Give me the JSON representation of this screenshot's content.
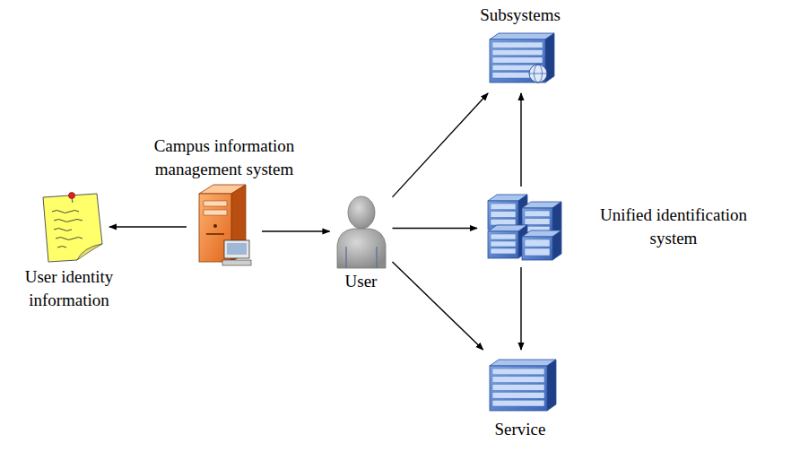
{
  "diagram": {
    "nodes": [
      {
        "text": [
          "User identity information"
        ]
      },
      {
        "text": [
          "Campus information management system"
        ]
      },
      {
        "text": [
          "User"
        ]
      },
      {
        "text": [
          "Subsystems"
        ]
      },
      {
        "text": [
          "Unified identification system"
        ]
      },
      {
        "text": [
          "Service"
        ]
      }
    ],
    "edges": [
      {
        "from": 1,
        "to": 0,
        "arrow": "to"
      },
      {
        "from": 1,
        "to": 2,
        "arrow": "to"
      },
      {
        "from": 2,
        "to": 3,
        "arrow": "to"
      },
      {
        "from": 2,
        "to": 4,
        "arrow": "to"
      },
      {
        "from": 2,
        "to": 5,
        "arrow": "to"
      },
      {
        "from": 4,
        "to": 3,
        "arrow": "to"
      },
      {
        "from": 4,
        "to": 5,
        "arrow": "to"
      }
    ]
  }
}
